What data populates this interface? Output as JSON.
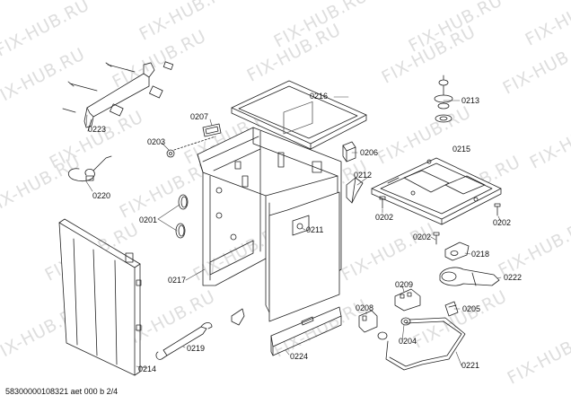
{
  "watermark": "FIX-HUB.RU",
  "parts": [
    {
      "id": "p0216",
      "label": "0216"
    },
    {
      "id": "p0213",
      "label": "0213"
    },
    {
      "id": "p0207",
      "label": "0207"
    },
    {
      "id": "p0203",
      "label": "0203"
    },
    {
      "id": "p0223",
      "label": "0223"
    },
    {
      "id": "p0206",
      "label": "0206"
    },
    {
      "id": "p0215",
      "label": "0215"
    },
    {
      "id": "p0212",
      "label": "0212"
    },
    {
      "id": "p0220",
      "label": "0220"
    },
    {
      "id": "p0202a",
      "label": "0202"
    },
    {
      "id": "p0202b",
      "label": "0202"
    },
    {
      "id": "p0201",
      "label": "0201"
    },
    {
      "id": "p0211",
      "label": "0211"
    },
    {
      "id": "p0202c",
      "label": "0202"
    },
    {
      "id": "p0218",
      "label": "0218"
    },
    {
      "id": "p0222",
      "label": "0222"
    },
    {
      "id": "p0217",
      "label": "0217"
    },
    {
      "id": "p0209",
      "label": "0209"
    },
    {
      "id": "p0208",
      "label": "0208"
    },
    {
      "id": "p0205",
      "label": "0205"
    },
    {
      "id": "p0204",
      "label": "0204"
    },
    {
      "id": "p0219",
      "label": "0219"
    },
    {
      "id": "p0224",
      "label": "0224"
    },
    {
      "id": "p0214",
      "label": "0214"
    },
    {
      "id": "p0221",
      "label": "0221"
    }
  ],
  "footer": "58300000108321 aet 000 b 2/4"
}
